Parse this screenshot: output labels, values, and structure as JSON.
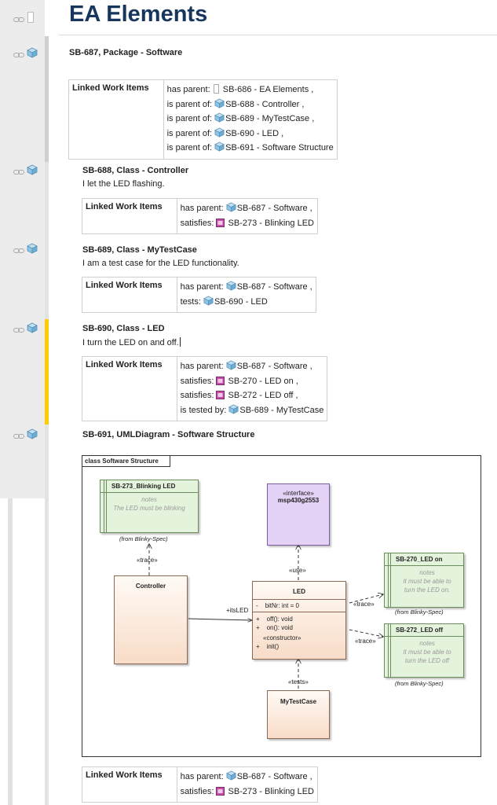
{
  "page": {
    "title": "EA Elements"
  },
  "gutter": {
    "rail_colors": {
      "default": "#d6d6d6",
      "active": "#ffcc00",
      "top": "#c8c8c8"
    }
  },
  "items": [
    {
      "heading": "SB-687, Package - Software",
      "description": "",
      "lwi_label": "Linked Work Items",
      "links": [
        {
          "relation": "has parent:",
          "icon": "document-icon",
          "target": "SB-686 - EA Elements",
          "sep": ","
        },
        {
          "relation": "is parent of:",
          "icon": "package-icon",
          "target": "SB-688 - Controller",
          "sep": ","
        },
        {
          "relation": "is parent of:",
          "icon": "package-icon",
          "target": "SB-689 - MyTestCase",
          "sep": ","
        },
        {
          "relation": "is parent of:",
          "icon": "package-icon",
          "target": "SB-690 - LED",
          "sep": ","
        },
        {
          "relation": "is parent of:",
          "icon": "package-icon",
          "target": "SB-691 - Software Structure",
          "sep": ""
        }
      ]
    },
    {
      "heading": "SB-688, Class - Controller",
      "description": "I let the LED flashing.",
      "lwi_label": "Linked Work Items",
      "links": [
        {
          "relation": "has parent:",
          "icon": "package-icon",
          "target": "SB-687 - Software",
          "sep": ","
        },
        {
          "relation": "satisfies:",
          "icon": "requirement-icon",
          "target": "SB-273 - Blinking LED",
          "sep": ""
        }
      ]
    },
    {
      "heading": "SB-689, Class - MyTestCase",
      "description": "I am a test case for the LED functionality.",
      "lwi_label": "Linked Work Items",
      "links": [
        {
          "relation": "has parent:",
          "icon": "package-icon",
          "target": "SB-687 - Software",
          "sep": ","
        },
        {
          "relation": "tests:",
          "icon": "package-icon",
          "target": "SB-690 - LED",
          "sep": ""
        }
      ]
    },
    {
      "heading": "SB-690, Class - LED",
      "description": "I turn the LED on and off.",
      "lwi_label": "Linked Work Items",
      "links": [
        {
          "relation": "has parent:",
          "icon": "package-icon",
          "target": "SB-687 - Software",
          "sep": ","
        },
        {
          "relation": "satisfies:",
          "icon": "requirement-icon",
          "target": "SB-270 - LED on",
          "sep": ","
        },
        {
          "relation": "satisfies:",
          "icon": "requirement-icon",
          "target": "SB-272 - LED off",
          "sep": ","
        },
        {
          "relation": "is tested by:",
          "icon": "package-icon",
          "target": "SB-689 - MyTestCase",
          "sep": ""
        }
      ]
    },
    {
      "heading": "SB-691, UMLDiagram - Software Structure",
      "description": "",
      "lwi_label": "Linked Work Items",
      "links": [
        {
          "relation": "has parent:",
          "icon": "package-icon",
          "target": "SB-687 - Software",
          "sep": ","
        },
        {
          "relation": "satisfies:",
          "icon": "requirement-icon",
          "target": "SB-273 - Blinking LED",
          "sep": ""
        }
      ]
    }
  ],
  "diagram": {
    "frame_label": "class Software Structure",
    "req_blinking": {
      "name": "SB-273_Blinking LED",
      "notes_label": "notes",
      "notes": "The LED must be blinking",
      "from": "(from Blinky-Spec)"
    },
    "interface": {
      "stereotype": "«interface»",
      "name": "msp430g2553"
    },
    "controller": {
      "name": "Controller"
    },
    "led": {
      "name": "LED",
      "attr_vis": "-",
      "attr": "bitNr: int = 0",
      "op_vis_1": "+",
      "op1": "off(): void",
      "op_vis_2": "+",
      "op2": "on(): void",
      "ctor_stereotype": "«constructor»",
      "op_vis_3": "+",
      "op3": "init()"
    },
    "mytestcase": {
      "name": "MyTestCase"
    },
    "req_on": {
      "name": "SB-270_LED on",
      "notes_label": "notes",
      "notes_1": "It must be able to",
      "notes_2": "turn the LED on.",
      "from": "(from Blinky-Spec)"
    },
    "req_off": {
      "name": "SB-272_LED off",
      "notes_label": "notes",
      "notes_1": "It must be able to",
      "notes_2": "turn the LED off",
      "from": "(from Blinky-Spec)"
    },
    "labels": {
      "trace_blink": "«trace»",
      "use": "«use»",
      "its_led": "+itsLED",
      "trace_on": "«trace»",
      "trace_off": "«trace»",
      "tests": "«tests»"
    }
  }
}
